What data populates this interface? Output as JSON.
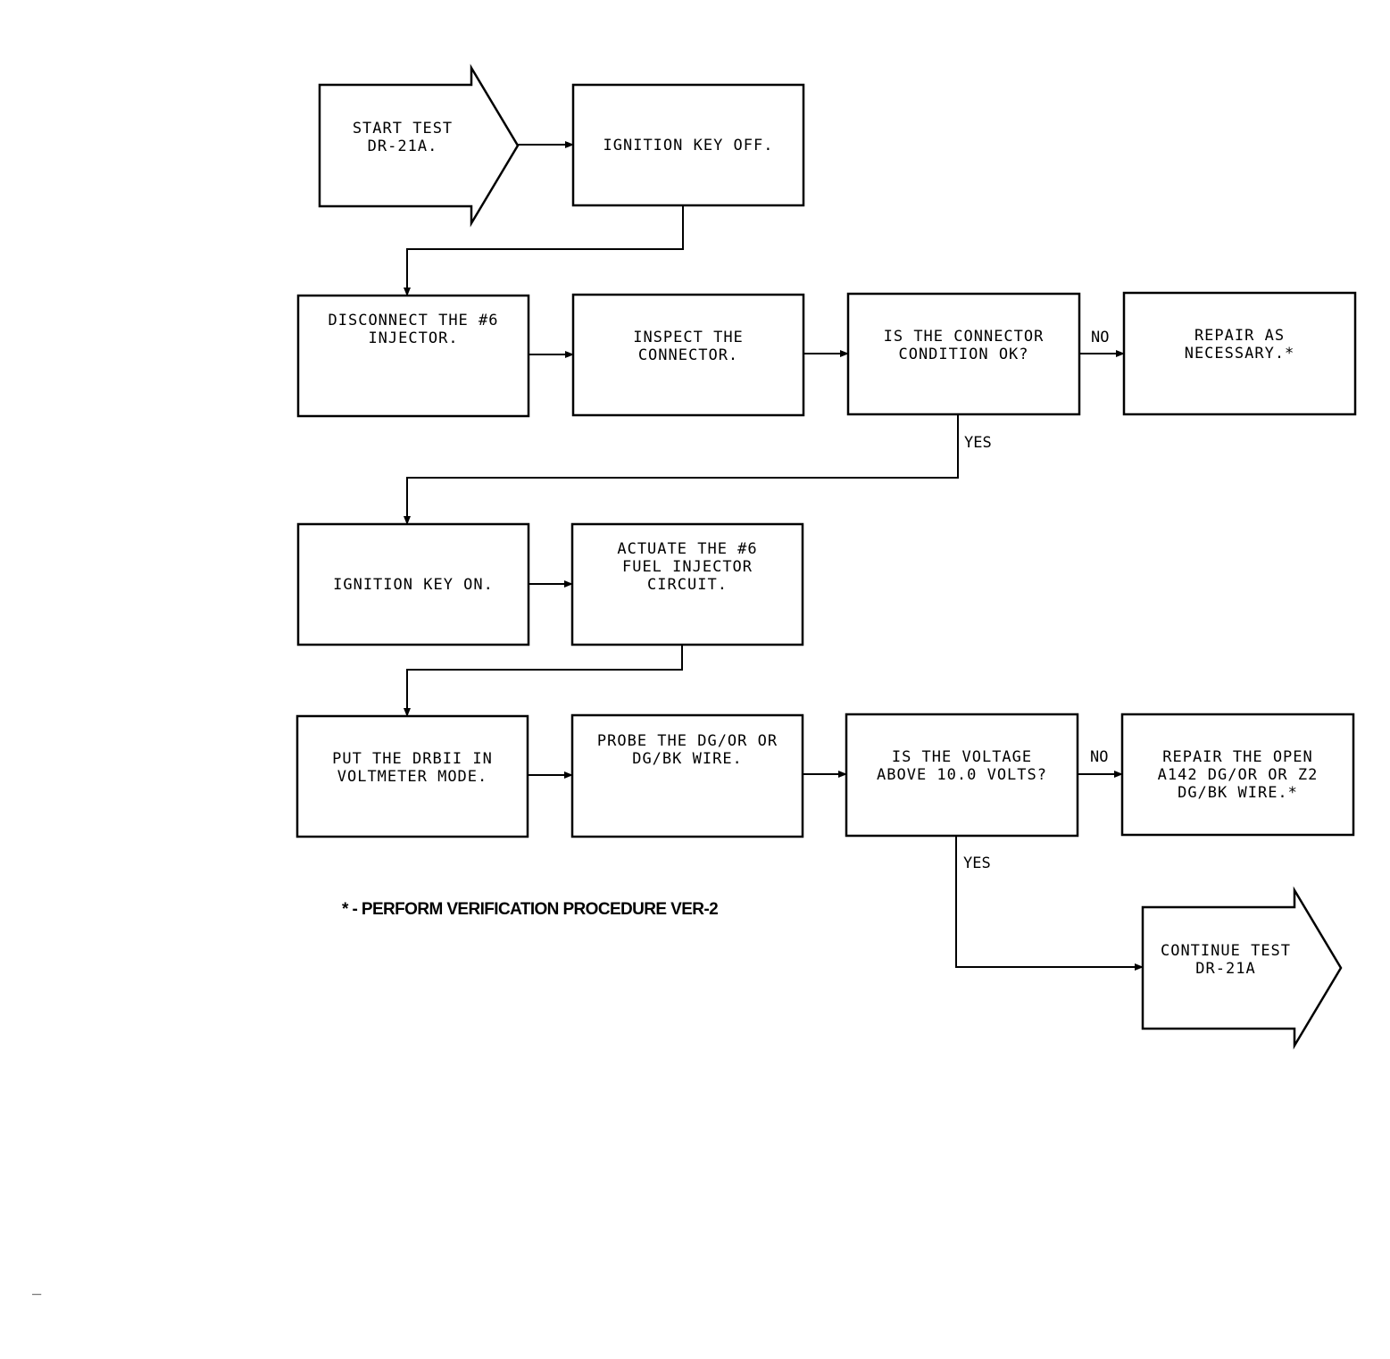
{
  "nodes": [
    {
      "id": "start",
      "shape": "arrow",
      "lines": [
        "START TEST",
        "DR-21A."
      ]
    },
    {
      "id": "ign-off",
      "shape": "box",
      "lines": [
        "IGNITION KEY OFF."
      ]
    },
    {
      "id": "disconnect",
      "shape": "box",
      "lines": [
        "DISCONNECT THE #6",
        "INJECTOR."
      ]
    },
    {
      "id": "inspect",
      "shape": "box",
      "lines": [
        "INSPECT THE",
        "CONNECTOR."
      ]
    },
    {
      "id": "q-connector",
      "shape": "box",
      "lines": [
        "IS THE CONNECTOR",
        "CONDITION OK?"
      ]
    },
    {
      "id": "repair-1",
      "shape": "box",
      "lines": [
        "REPAIR AS",
        "NECESSARY.*"
      ]
    },
    {
      "id": "ign-on",
      "shape": "box",
      "lines": [
        "IGNITION KEY ON."
      ]
    },
    {
      "id": "actuate",
      "shape": "box",
      "lines": [
        "ACTUATE THE #6",
        "FUEL INJECTOR",
        "CIRCUIT."
      ]
    },
    {
      "id": "drbii",
      "shape": "box",
      "lines": [
        "PUT THE DRBII IN",
        "VOLTMETER MODE."
      ]
    },
    {
      "id": "probe",
      "shape": "box",
      "lines": [
        "PROBE THE DG/OR OR",
        "DG/BK WIRE."
      ]
    },
    {
      "id": "q-voltage",
      "shape": "box",
      "lines": [
        "IS THE VOLTAGE",
        "ABOVE 10.0 VOLTS?"
      ]
    },
    {
      "id": "repair-2",
      "shape": "box",
      "lines": [
        "REPAIR THE OPEN",
        "A142 DG/OR OR Z2",
        "DG/BK WIRE.*"
      ]
    },
    {
      "id": "continue",
      "shape": "arrow",
      "lines": [
        "CONTINUE TEST",
        "DR-21A"
      ]
    }
  ],
  "edges": [
    {
      "from": "start",
      "to": "ign-off",
      "label": ""
    },
    {
      "from": "ign-off",
      "to": "disconnect",
      "label": ""
    },
    {
      "from": "disconnect",
      "to": "inspect",
      "label": ""
    },
    {
      "from": "inspect",
      "to": "q-connector",
      "label": ""
    },
    {
      "from": "q-connector",
      "to": "repair-1",
      "label": "NO"
    },
    {
      "from": "q-connector",
      "to": "ign-on",
      "label": "YES"
    },
    {
      "from": "ign-on",
      "to": "actuate",
      "label": ""
    },
    {
      "from": "actuate",
      "to": "drbii",
      "label": ""
    },
    {
      "from": "drbii",
      "to": "probe",
      "label": ""
    },
    {
      "from": "probe",
      "to": "q-voltage",
      "label": ""
    },
    {
      "from": "q-voltage",
      "to": "repair-2",
      "label": "NO"
    },
    {
      "from": "q-voltage",
      "to": "continue",
      "label": "YES"
    }
  ],
  "footnote": "* - PERFORM VERIFICATION PROCEDURE VER-2",
  "corner_mark": "_"
}
